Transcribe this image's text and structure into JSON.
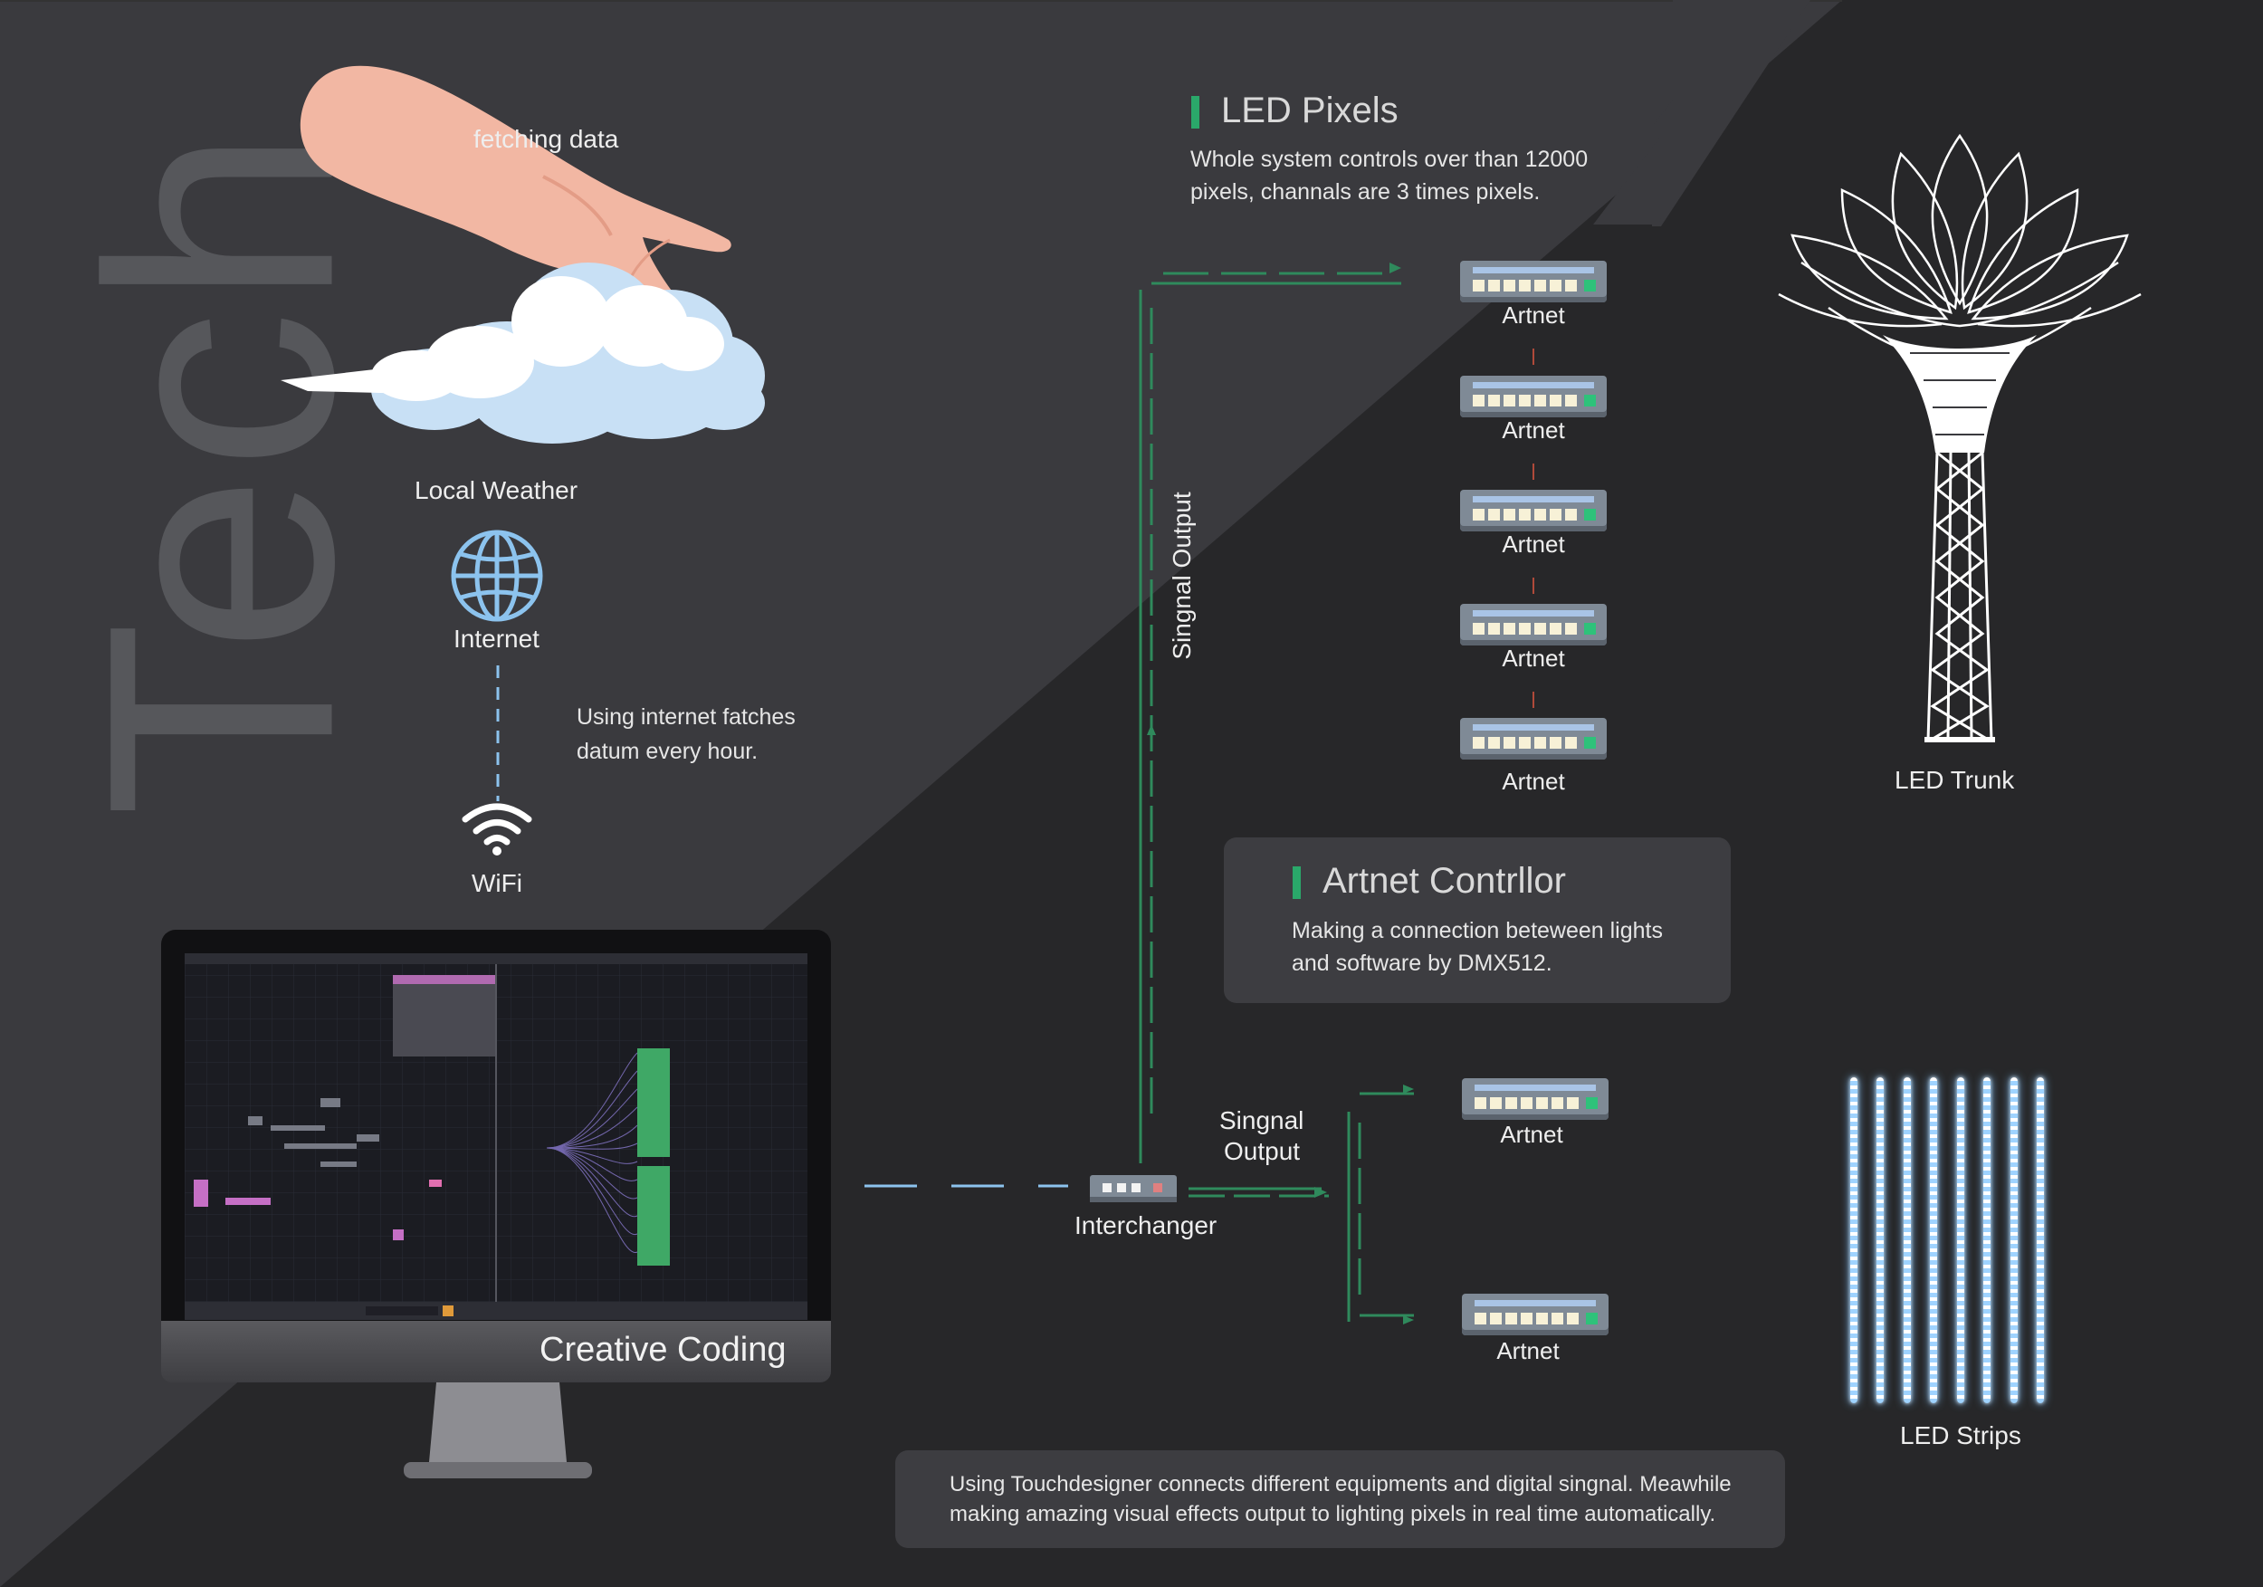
{
  "background": {
    "dark": "#272729",
    "light": "#3a3a3e",
    "accent_green": "#2aa86a",
    "accent_blue": "#8cc3ee"
  },
  "side_title": "Tech",
  "cloud_section": {
    "fetching_label": "fetching data",
    "local_weather_label": "Local Weather",
    "internet_label": "Internet",
    "internet_icon": "globe-icon",
    "wifi_label": "WiFi",
    "wifi_icon": "wifi-icon",
    "internet_note": [
      "Using internet fatches",
      "datum every hour."
    ]
  },
  "monitor": {
    "label": "Creative  Coding"
  },
  "interchanger": {
    "label": "Interchanger"
  },
  "signal_vertical_label": "Singnal Output",
  "signal_lower_label": [
    "Singnal",
    "Output"
  ],
  "led_pixels": {
    "title": "LED Pixels",
    "description": [
      "Whole system controls over than 12000",
      "pixels,  channals are 3 times pixels."
    ]
  },
  "artnet_stack": [
    "Artnet",
    "Artnet",
    "Artnet",
    "Artnet",
    "Artnet"
  ],
  "artnet_lower": [
    "Artnet",
    "Artnet"
  ],
  "artnet_controller": {
    "title": "Artnet Contrllor",
    "description": [
      "Making a connection beteween lights",
      "and software by DMX512."
    ]
  },
  "led_trunk_label": "LED Trunk",
  "led_strips_label": "LED Strips",
  "footer_note": [
    "Using Touchdesigner connects different equipments and digital singnal. Meawhile",
    "making amazing visual effects output to lighting pixels in real time automatically."
  ]
}
